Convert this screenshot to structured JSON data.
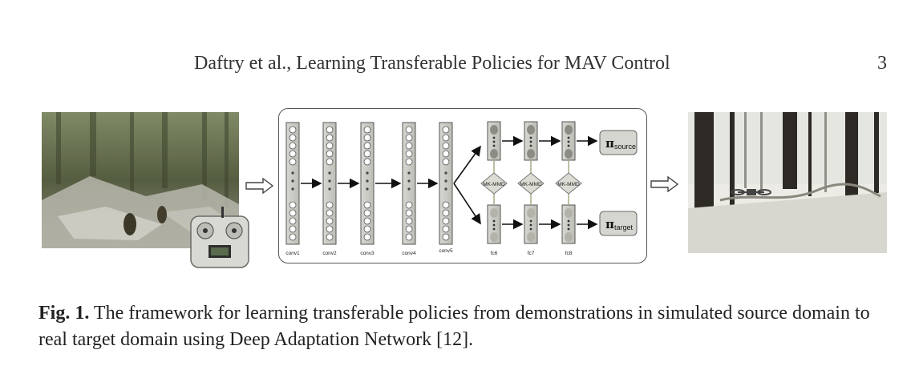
{
  "header": {
    "running_title": "Daftry et al., Learning Transferable Policies for MAV Control",
    "page_number": "3"
  },
  "figure": {
    "conv_layers": [
      "conv1",
      "conv2",
      "conv3",
      "conv4",
      "conv5"
    ],
    "fc_layers": [
      "fc6",
      "fc7",
      "fc8"
    ],
    "mmd_label": "MK-MMD",
    "policy_source": {
      "symbol": "π",
      "subscript": "source"
    },
    "policy_target": {
      "symbol": "π",
      "subscript": "target"
    }
  },
  "caption": {
    "label": "Fig. 1.",
    "text": "The framework for learning transferable policies from demonstrations in simulated source domain to real target domain using Deep Adaptation Network [12]."
  }
}
